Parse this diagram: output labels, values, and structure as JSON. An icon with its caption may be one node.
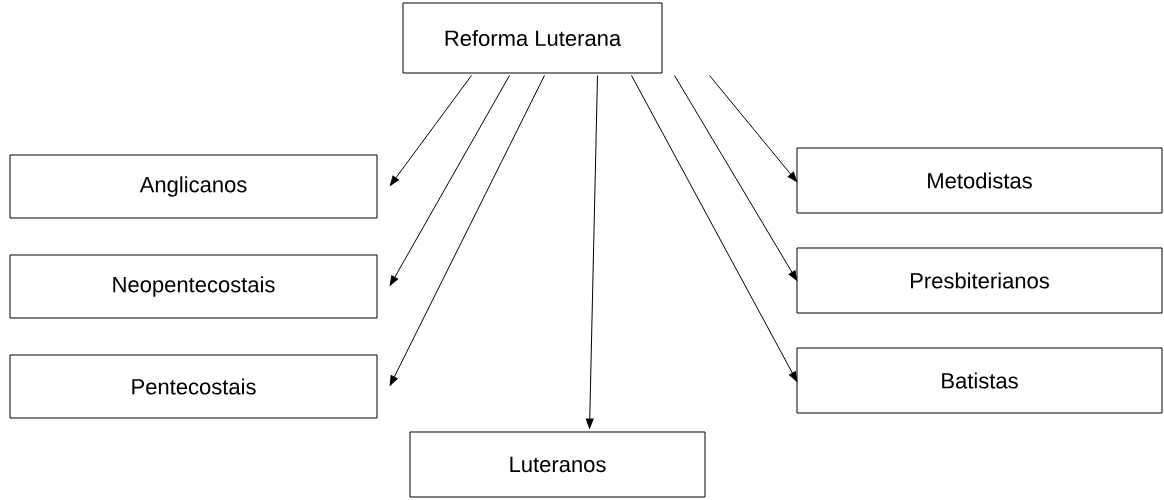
{
  "diagram": {
    "nodes": [
      {
        "text": [
          "Reforma Luterana"
        ]
      },
      {
        "text": [
          "Anglicanos"
        ]
      },
      {
        "text": [
          "Neopentecostais"
        ]
      },
      {
        "text": [
          "Pentecostais"
        ]
      },
      {
        "text": [
          "Metodistas"
        ]
      },
      {
        "text": [
          "Presbiterianos"
        ]
      },
      {
        "text": [
          "Batistas"
        ]
      },
      {
        "text": [
          "Luteranos"
        ]
      }
    ],
    "edges": [
      {
        "from": 0,
        "to": 1,
        "arrow": "to"
      },
      {
        "from": 0,
        "to": 2,
        "arrow": "to"
      },
      {
        "from": 0,
        "to": 3,
        "arrow": "to"
      },
      {
        "from": 0,
        "to": 7,
        "arrow": "to"
      },
      {
        "from": 0,
        "to": 6,
        "arrow": "to"
      },
      {
        "from": 0,
        "to": 5,
        "arrow": "to"
      },
      {
        "from": 0,
        "to": 4,
        "arrow": "to"
      }
    ]
  }
}
